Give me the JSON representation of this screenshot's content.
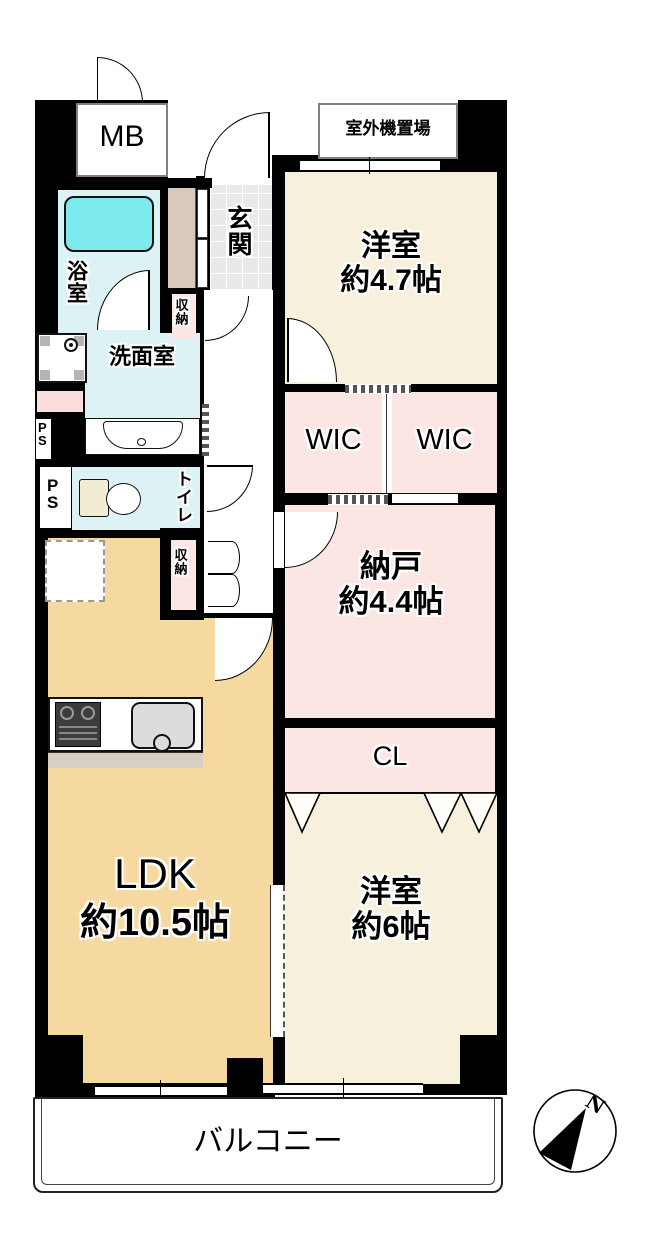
{
  "floorplan": {
    "rooms": {
      "mb": {
        "label": "MB"
      },
      "outdoor_unit": {
        "label": "室外機置場"
      },
      "genkan": {
        "label": "玄関"
      },
      "genkan_storage": {
        "label": "収納"
      },
      "bathroom": {
        "label": "浴室"
      },
      "washroom": {
        "label": "洗面室"
      },
      "toilet": {
        "label": "トイレ"
      },
      "ps_upper": {
        "label": "PS"
      },
      "ps_lower": {
        "label": "PS"
      },
      "hall_storage": {
        "label": "収納"
      },
      "western_room_1": {
        "name": "洋室",
        "size": "約4.7帖"
      },
      "wic_left": {
        "label": "WIC"
      },
      "wic_right": {
        "label": "WIC"
      },
      "storage_room": {
        "name": "納戸",
        "size": "約4.4帖"
      },
      "closet": {
        "label": "CL"
      },
      "ldk": {
        "name": "LDK",
        "size": "約10.5帖"
      },
      "western_room_2": {
        "name": "洋室",
        "size": "約6帖"
      },
      "balcony": {
        "label": "バルコニー"
      }
    },
    "compass": {
      "north_label": "N"
    },
    "colors": {
      "wall": "#000000",
      "room_cream": "#f6f0dc",
      "room_tan": "#f6d9a0",
      "room_pink": "#fbe6e3",
      "room_cyan": "#dcf2f5",
      "bathtub": "#7deaee",
      "entry_tile": "#e9e9e9",
      "shoe_cabinet": "#d7c9bb",
      "counter_strip": "#d8cec2",
      "box_border_gray": "#808080"
    }
  }
}
